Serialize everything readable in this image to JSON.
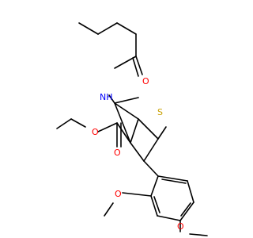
{
  "molecule": {
    "atoms": {
      "carbonyl_o_amide": "O",
      "amide_nh": "NH",
      "thiophene_s": "S",
      "ester_o_single": "O",
      "ester_o_double": "O",
      "methoxy_o_3": "O",
      "methoxy_o_4": "O"
    },
    "colors": {
      "bond": "#000000",
      "oxygen": "#ff0000",
      "nitrogen": "#0000ff",
      "sulfur": "#c8a000"
    }
  }
}
